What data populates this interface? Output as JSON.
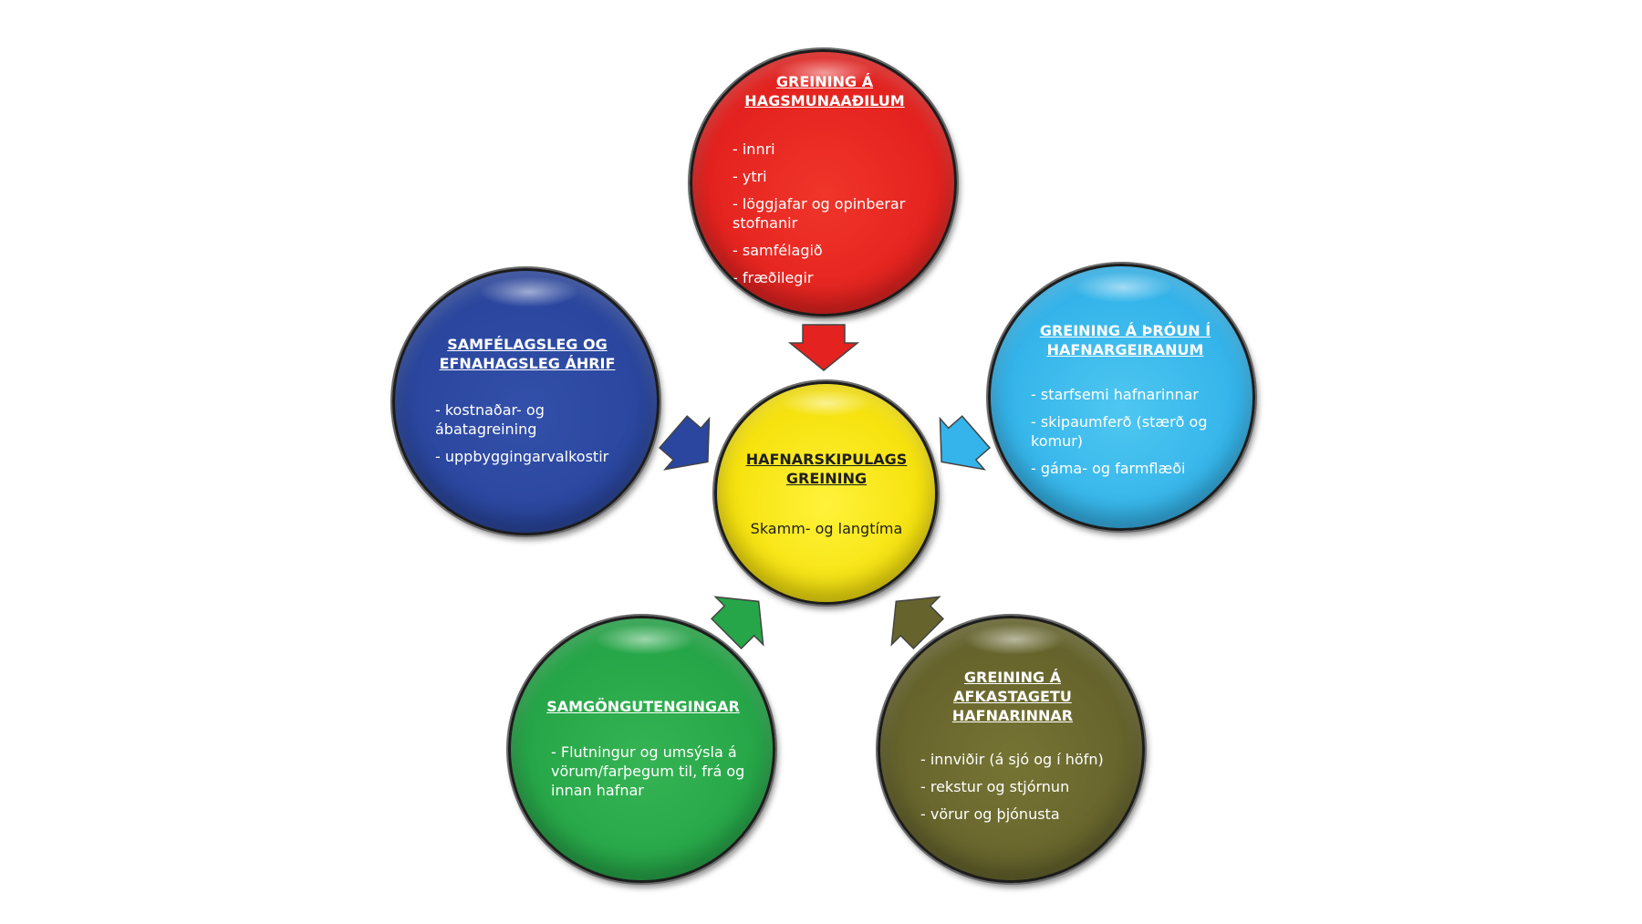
{
  "colors": {
    "red": "#e4221f",
    "navy": "#2a469e",
    "light_blue": "#34b4ea",
    "yellow": "#f6e20d",
    "green": "#26a648",
    "olive": "#66642c"
  },
  "center": {
    "title": "HAFNARSKIPULAGS GREINING",
    "subtitle": "Skamm- og langtíma"
  },
  "nodes": {
    "red": {
      "title": "GREINING Á HAGSMUNAAÐILUM",
      "items": [
        "- innri",
        "- ytri",
        "- löggjafar og opinberar stofnanir",
        "- samfélagið",
        "- fræðilegir"
      ]
    },
    "navy": {
      "title": "SAMFÉLAGSLEG OG EFNAHAGSLEG ÁHRIF",
      "items": [
        "- kostnaðar- og ábatagreining",
        "- uppbyggingarvalkostir"
      ]
    },
    "light_blue": {
      "title": "GREINING Á ÞRÓUN Í HAFNARGEIRANUM",
      "items": [
        "- starfsemi hafnarinnar",
        "- skipaumferð (stærð og komur)",
        "- gáma- og farmflæði"
      ]
    },
    "green": {
      "title": "SAMGÖNGUTENGINGAR",
      "items": [
        "- Flutningur og umsýsla á vörum/farþegum til, frá og innan hafnar"
      ]
    },
    "olive": {
      "title": "GREINING Á AFKASTAGETU HAFNARINNAR",
      "items": [
        "- innviðir (á sjó og í höfn)",
        "- rekstur og stjórnun",
        "- vörur og þjónusta"
      ]
    }
  }
}
